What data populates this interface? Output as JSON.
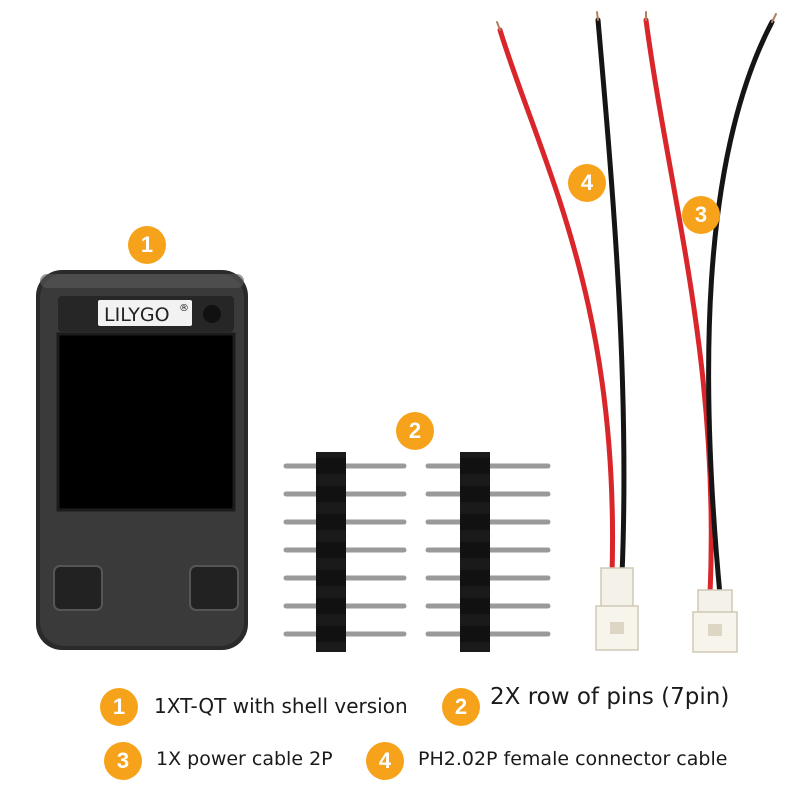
{
  "badge_color": "#f6a21a",
  "device": {
    "logo": "LILYGO",
    "logo_mark": "®"
  },
  "callouts": {
    "device": "1",
    "pins": "2",
    "power_cable": "3",
    "ph_cable": "4"
  },
  "legend": [
    {
      "number": "1",
      "text": "1XT-QT with shell version"
    },
    {
      "number": "2",
      "text": "2X row of pins (7pin)"
    },
    {
      "number": "3",
      "text": "1X power cable 2P"
    },
    {
      "number": "4",
      "text": "PH2.02P female connector cable"
    }
  ]
}
